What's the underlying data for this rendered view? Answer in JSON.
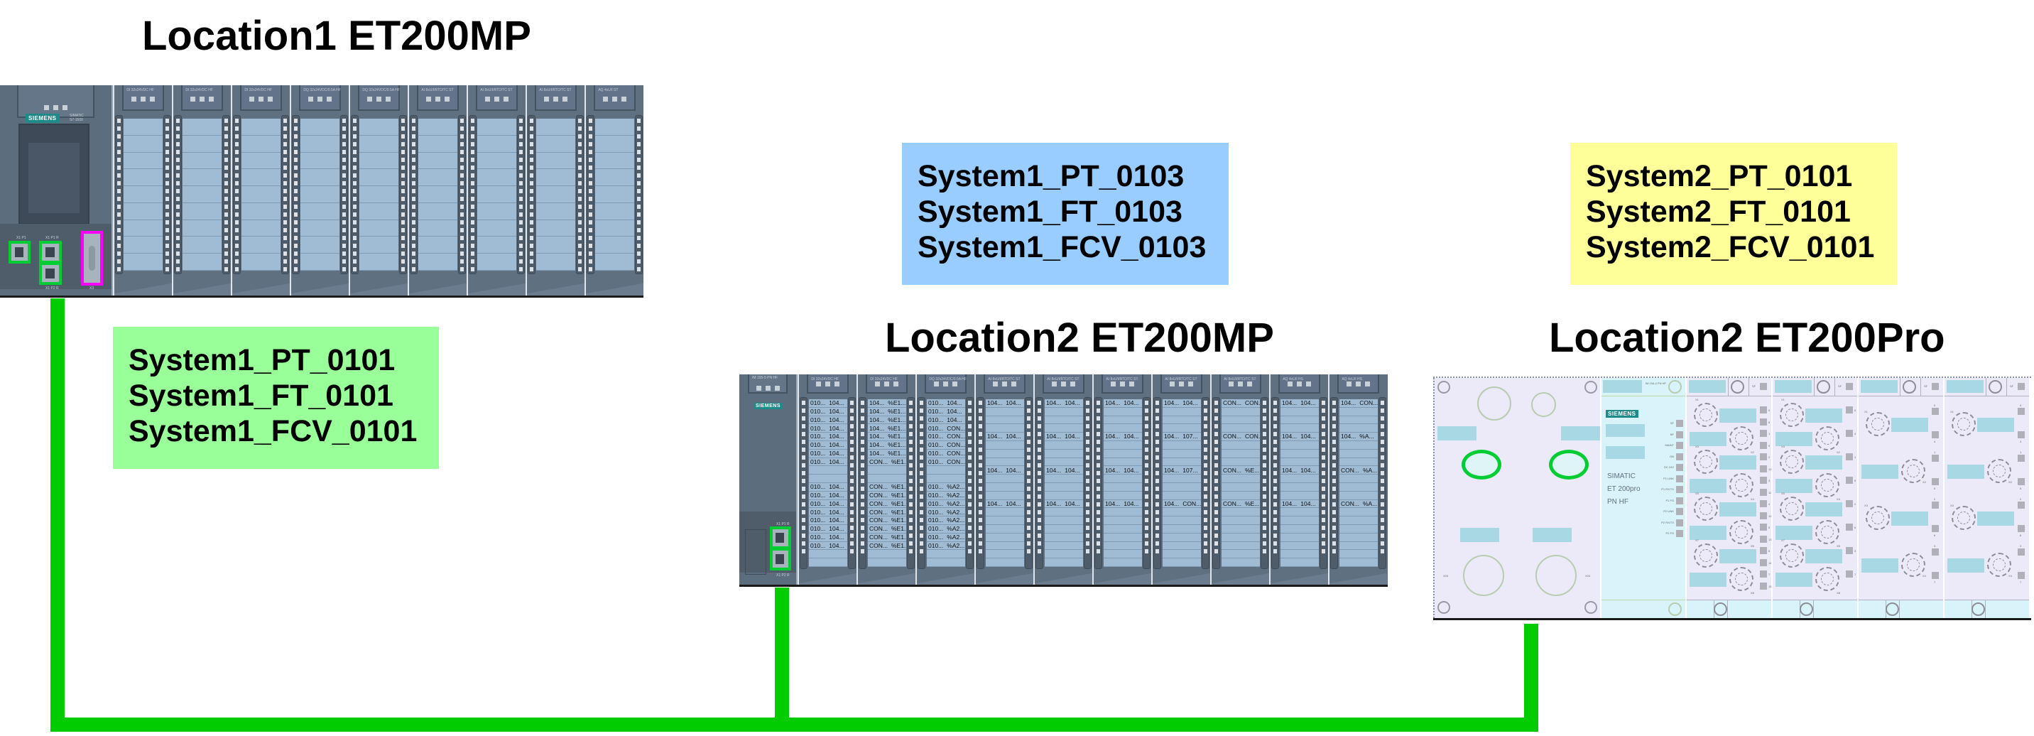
{
  "colors": {
    "network_line": "#00cc00",
    "tagbox_location1": "#99ff99",
    "tagbox_location2_mp": "#99ccff",
    "tagbox_location2_pro": "#ffff99",
    "siemens_brand": "#1f8a8a"
  },
  "stations": {
    "location1_mp": {
      "title": "Location1 ET200MP",
      "cpu": {
        "brand": "SIEMENS",
        "model_label": "SIMATIC S7-1500",
        "port_labels": [
          "X1 P1",
          "X1 P1 R",
          "X1 P2 R",
          "X3"
        ]
      },
      "modules": [
        {
          "label": "DI 32x24VDC HF"
        },
        {
          "label": "DI 32x24VDC HF"
        },
        {
          "label": "DI 32x24VDC HF"
        },
        {
          "label": "DQ 32x24VDC/0.5A HF"
        },
        {
          "label": "DQ 32x24VDC/0.5A HF"
        },
        {
          "label": "AI 8xU/I/RTD/TC ST"
        },
        {
          "label": "AI 8xU/I/RTD/TC ST"
        },
        {
          "label": "AI 8xU/I/RTD/TC ST"
        },
        {
          "label": "AQ 4xU/I ST"
        }
      ],
      "tags": [
        "System1_PT_0101",
        "System1_FT_0101",
        "System1_FCV_0101"
      ]
    },
    "location2_mp": {
      "title": "Location2 ET200MP",
      "im": {
        "brand": "SIEMENS",
        "label": "IM 155-5 PN HF",
        "port_labels": [
          "X1 P1 R",
          "X1 P2 R"
        ]
      },
      "modules": [
        {
          "label": "DI 32x24VDC HF",
          "rows": [
            [
              "010...",
              "104..."
            ],
            [
              "010...",
              "104..."
            ],
            [
              "010...",
              "104..."
            ],
            [
              "010...",
              "104..."
            ],
            [
              "010...",
              "104..."
            ],
            [
              "010...",
              "104..."
            ],
            [
              "010...",
              "104..."
            ],
            [
              "010...",
              "104..."
            ],
            [
              "",
              ""
            ],
            [
              "",
              ""
            ],
            [
              "010...",
              "104..."
            ],
            [
              "010...",
              "104..."
            ],
            [
              "010...",
              "104..."
            ],
            [
              "010...",
              "104..."
            ],
            [
              "010...",
              "104..."
            ],
            [
              "010...",
              "104..."
            ],
            [
              "010...",
              "104..."
            ],
            [
              "010...",
              "104..."
            ],
            [
              "",
              ""
            ],
            [
              "",
              ""
            ]
          ]
        },
        {
          "label": "DI 32x24VDC HF",
          "rows": [
            [
              "104...",
              "%E1..."
            ],
            [
              "104...",
              "%E1..."
            ],
            [
              "104...",
              "%E1..."
            ],
            [
              "104...",
              "%E1..."
            ],
            [
              "104...",
              "%E1..."
            ],
            [
              "104...",
              "%E1..."
            ],
            [
              "104...",
              "%E1..."
            ],
            [
              "CON...",
              "%E1..."
            ],
            [
              "",
              ""
            ],
            [
              "",
              ""
            ],
            [
              "CON...",
              "%E1..."
            ],
            [
              "CON...",
              "%E1..."
            ],
            [
              "CON...",
              "%E1..."
            ],
            [
              "CON...",
              "%E1..."
            ],
            [
              "CON...",
              "%E1..."
            ],
            [
              "CON...",
              "%E1..."
            ],
            [
              "CON...",
              "%E1..."
            ],
            [
              "CON...",
              "%E1..."
            ],
            [
              "",
              ""
            ],
            [
              "",
              ""
            ]
          ]
        },
        {
          "label": "DQ 32x24VDC/0.5A HF",
          "rows": [
            [
              "010...",
              "104..."
            ],
            [
              "010...",
              "104..."
            ],
            [
              "010...",
              "104..."
            ],
            [
              "010...",
              "CON..."
            ],
            [
              "010...",
              "CON..."
            ],
            [
              "010...",
              "CON..."
            ],
            [
              "010...",
              "CON..."
            ],
            [
              "010...",
              "CON..."
            ],
            [
              "",
              ""
            ],
            [
              "",
              ""
            ],
            [
              "010...",
              "%A2..."
            ],
            [
              "010...",
              "%A2..."
            ],
            [
              "010...",
              "%A2..."
            ],
            [
              "010...",
              "%A2..."
            ],
            [
              "010...",
              "%A2..."
            ],
            [
              "010...",
              "%A2..."
            ],
            [
              "010...",
              "%A2..."
            ],
            [
              "010...",
              "%A2..."
            ],
            [
              "",
              ""
            ],
            [
              "",
              ""
            ]
          ]
        },
        {
          "label": "AI 8xU/I/RTD/TC ST",
          "rows": [
            [
              "104...",
              "104..."
            ],
            [
              "",
              ""
            ],
            [
              "",
              ""
            ],
            [
              "",
              ""
            ],
            [
              "104...",
              "104..."
            ],
            [
              "",
              ""
            ],
            [
              "",
              ""
            ],
            [
              "",
              ""
            ],
            [
              "104...",
              "104..."
            ],
            [
              "",
              ""
            ],
            [
              "",
              ""
            ],
            [
              "",
              ""
            ],
            [
              "104...",
              "104..."
            ],
            [
              "",
              ""
            ],
            [
              "",
              ""
            ],
            [
              "",
              ""
            ],
            [
              "",
              ""
            ],
            [
              "",
              ""
            ],
            [
              "",
              ""
            ],
            [
              "",
              ""
            ]
          ]
        },
        {
          "label": "AI 8xU/I/RTD/TC ST",
          "rows": [
            [
              "104...",
              "104..."
            ],
            [
              "",
              ""
            ],
            [
              "",
              ""
            ],
            [
              "",
              ""
            ],
            [
              "104...",
              "104..."
            ],
            [
              "",
              ""
            ],
            [
              "",
              ""
            ],
            [
              "",
              ""
            ],
            [
              "104...",
              "104..."
            ],
            [
              "",
              ""
            ],
            [
              "",
              ""
            ],
            [
              "",
              ""
            ],
            [
              "104...",
              "104..."
            ],
            [
              "",
              ""
            ],
            [
              "",
              ""
            ],
            [
              "",
              ""
            ],
            [
              "",
              ""
            ],
            [
              "",
              ""
            ],
            [
              "",
              ""
            ],
            [
              "",
              ""
            ]
          ]
        },
        {
          "label": "AI 8xU/I/RTD/TC ST",
          "rows": [
            [
              "104...",
              "104..."
            ],
            [
              "",
              ""
            ],
            [
              "",
              ""
            ],
            [
              "",
              ""
            ],
            [
              "104...",
              "104..."
            ],
            [
              "",
              ""
            ],
            [
              "",
              ""
            ],
            [
              "",
              ""
            ],
            [
              "104...",
              "104..."
            ],
            [
              "",
              ""
            ],
            [
              "",
              ""
            ],
            [
              "",
              ""
            ],
            [
              "104...",
              "104..."
            ],
            [
              "",
              ""
            ],
            [
              "",
              ""
            ],
            [
              "",
              ""
            ],
            [
              "",
              ""
            ],
            [
              "",
              ""
            ],
            [
              "",
              ""
            ],
            [
              "",
              ""
            ]
          ]
        },
        {
          "label": "AI 8xU/I/RTD/TC ST",
          "rows": [
            [
              "104...",
              "104..."
            ],
            [
              "",
              ""
            ],
            [
              "",
              ""
            ],
            [
              "",
              ""
            ],
            [
              "104...",
              "107..."
            ],
            [
              "",
              ""
            ],
            [
              "",
              ""
            ],
            [
              "",
              ""
            ],
            [
              "104...",
              "107..."
            ],
            [
              "",
              ""
            ],
            [
              "",
              ""
            ],
            [
              "",
              ""
            ],
            [
              "104...",
              "CON..."
            ],
            [
              "",
              ""
            ],
            [
              "",
              ""
            ],
            [
              "",
              ""
            ],
            [
              "",
              ""
            ],
            [
              "",
              ""
            ],
            [
              "",
              ""
            ],
            [
              "",
              ""
            ]
          ]
        },
        {
          "label": "AI 8xU/I/RTD/TC ST",
          "rows": [
            [
              "CON...",
              "CON..."
            ],
            [
              "",
              ""
            ],
            [
              "",
              ""
            ],
            [
              "",
              ""
            ],
            [
              "CON...",
              "CON..."
            ],
            [
              "",
              ""
            ],
            [
              "",
              ""
            ],
            [
              "",
              ""
            ],
            [
              "CON...",
              "%E..."
            ],
            [
              "",
              ""
            ],
            [
              "",
              ""
            ],
            [
              "",
              ""
            ],
            [
              "CON...",
              "%E..."
            ],
            [
              "",
              ""
            ],
            [
              "",
              ""
            ],
            [
              "",
              ""
            ],
            [
              "",
              ""
            ],
            [
              "",
              ""
            ],
            [
              "",
              ""
            ],
            [
              "",
              ""
            ]
          ]
        },
        {
          "label": "AQ 4xU/I HS",
          "rows": [
            [
              "104...",
              "104..."
            ],
            [
              "",
              ""
            ],
            [
              "",
              ""
            ],
            [
              "",
              ""
            ],
            [
              "104...",
              "104..."
            ],
            [
              "",
              ""
            ],
            [
              "",
              ""
            ],
            [
              "",
              ""
            ],
            [
              "104...",
              "104..."
            ],
            [
              "",
              ""
            ],
            [
              "",
              ""
            ],
            [
              "",
              ""
            ],
            [
              "104...",
              "104..."
            ],
            [
              "",
              ""
            ],
            [
              "",
              ""
            ],
            [
              "",
              ""
            ],
            [
              "",
              ""
            ],
            [
              "",
              ""
            ],
            [
              "",
              ""
            ],
            [
              "",
              ""
            ]
          ]
        },
        {
          "label": "AQ 4xU/I HS",
          "rows": [
            [
              "104...",
              "CON..."
            ],
            [
              "",
              ""
            ],
            [
              "",
              ""
            ],
            [
              "",
              ""
            ],
            [
              "104...",
              "%A..."
            ],
            [
              "",
              ""
            ],
            [
              "",
              ""
            ],
            [
              "",
              ""
            ],
            [
              "CON...",
              "%A..."
            ],
            [
              "",
              ""
            ],
            [
              "",
              ""
            ],
            [
              "",
              ""
            ],
            [
              "CON...",
              "%A..."
            ],
            [
              "",
              ""
            ],
            [
              "",
              ""
            ],
            [
              "",
              ""
            ],
            [
              "",
              ""
            ],
            [
              "",
              ""
            ],
            [
              "",
              ""
            ],
            [
              "",
              ""
            ]
          ]
        }
      ],
      "tags": [
        "System1_PT_0103",
        "System1_FT_0103",
        "System1_FCV_0103"
      ]
    },
    "location2_pro": {
      "title": "Location2 ET200Pro",
      "im": {
        "brand": "SIEMENS",
        "product_lines": [
          "SIMATIC",
          "ET 200pro",
          "PN HF"
        ],
        "header_label": "IM 154-4 PN HF",
        "status_leds": [
          "SF",
          "BF",
          "MAINT",
          "ON",
          "DC 24V",
          "P1 LINK",
          "P1 RX/TX",
          "P1 FO",
          "P2 LINK",
          "P2 RX/TX",
          "P2 FO"
        ],
        "connector_labels": [
          "X03",
          "X04"
        ]
      },
      "modules": [
        {
          "type": "8-channel",
          "sf_label": "SF",
          "connectors": [
            "X1",
            "X2",
            "X3",
            "X4",
            "X5",
            "X6",
            "X7",
            "X8"
          ],
          "channels": [
            "0",
            "8",
            "1",
            "9",
            "2",
            "10",
            "3",
            "11",
            "4",
            "12",
            "5",
            "13",
            "6",
            "14",
            "7",
            "15"
          ]
        },
        {
          "type": "8-channel",
          "sf_label": "SF",
          "connectors": [
            "X1",
            "X2",
            "X3",
            "X4",
            "X5",
            "X6",
            "X7",
            "X8"
          ],
          "channels": [
            "0",
            "4",
            "1",
            "5",
            "2",
            "6",
            "3",
            "7"
          ]
        },
        {
          "type": "4-channel",
          "sf_label": "SF",
          "connectors": [
            "X1",
            "X2",
            "X3",
            "X4"
          ],
          "channels": [
            "0",
            "4",
            "1",
            "5",
            "2",
            "6",
            "3",
            "7"
          ]
        },
        {
          "type": "4-channel",
          "sf_label": "SF",
          "connectors": [
            "X1",
            "X2",
            "X3",
            "X4"
          ],
          "channels": [
            "0",
            "4",
            "1",
            "5",
            "2",
            "6",
            "3",
            "7"
          ]
        }
      ],
      "tags": [
        "System2_PT_0101",
        "System2_FT_0101",
        "System2_FCV_0101"
      ]
    }
  }
}
